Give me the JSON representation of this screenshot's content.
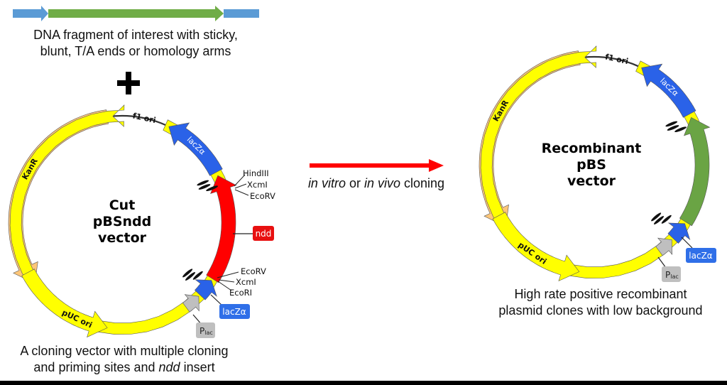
{
  "colors": {
    "fragment_arm": "#5b9bd5",
    "fragment_insert": "#70ad47",
    "kanr": "#fdc679",
    "ori": "#ffff00",
    "lacz": "#2a62e8",
    "ndd": "#ff0000",
    "insert_green": "#6aa444",
    "plac": "#bfbfbf",
    "backbone": "#333333",
    "process_arrow": "#ff0000",
    "tag_lacz": "#2f6fe8",
    "tag_ndd": "#e81010",
    "tag_plac": "#bfbfbf"
  },
  "fragment": {
    "caption_line1": "DNA fragment of interest with sticky,",
    "caption_line2": "blunt, T/A ends or homology arms"
  },
  "plus_symbol": "+",
  "left_plasmid": {
    "title_line1": "Cut",
    "title_line2": "pBSndd",
    "title_line3": "vector",
    "features": {
      "kanr": "KanR",
      "f1_ori": "f1 ori",
      "lacz_large": "lacZα",
      "ndd": "ndd",
      "lacz_small": "lacZα",
      "plac_main": "P",
      "plac_sub": "lac",
      "puc_ori": "pUC ori"
    },
    "sites_upper": [
      "HindIII",
      "XcmI",
      "EcoRV"
    ],
    "sites_lower": [
      "EcoRV",
      "XcmI",
      "EcoRI"
    ],
    "caption_line1": "A cloning vector with multiple cloning",
    "caption_line2_pre": "and priming sites and ",
    "caption_line2_em": "ndd",
    "caption_line2_post": " insert"
  },
  "process": {
    "label_em1": "in vitro",
    "label_mid": " or ",
    "label_em2": "in vivo",
    "label_post": " cloning"
  },
  "right_plasmid": {
    "title_line1": "Recombinant",
    "title_line2": "pBS",
    "title_line3": "vector",
    "features": {
      "kanr": "KanR",
      "f1_ori": "f1 ori",
      "lacz_large": "lacZα",
      "lacz_small": "lacZα",
      "plac_main": "P",
      "plac_sub": "lac",
      "puc_ori": "pUC ori"
    },
    "caption_line1": "High rate positive recombinant",
    "caption_line2": "plasmid clones with low background"
  }
}
